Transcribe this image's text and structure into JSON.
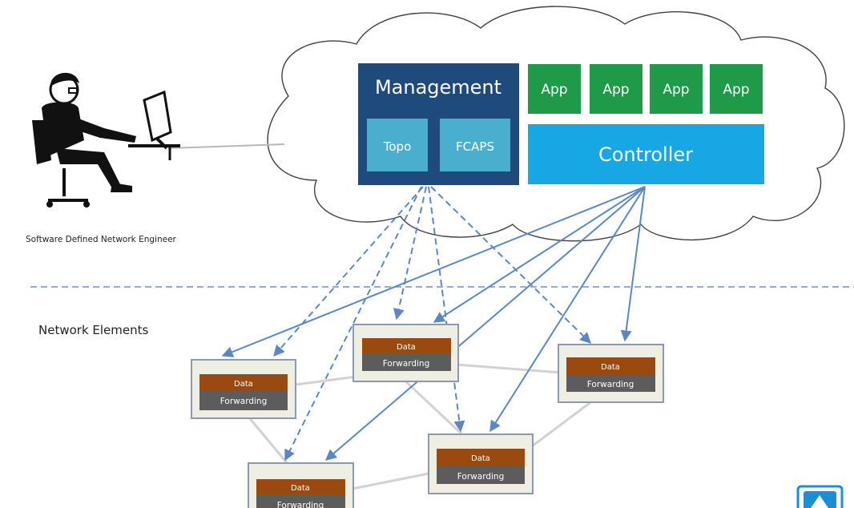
{
  "engineer_label": "Software Defined Network Engineer",
  "network_elements_label": "Network Elements",
  "management": {
    "title": "Management",
    "modules": [
      "Topo",
      "FCAPS"
    ]
  },
  "apps": [
    "App",
    "App",
    "App",
    "App"
  ],
  "controller": "Controller",
  "devices": [
    {
      "line1": "Data",
      "line2": "Forwarding"
    },
    {
      "line1": "Data",
      "line2": "Forwarding"
    },
    {
      "line1": "Data",
      "line2": "Forwarding"
    },
    {
      "line1": "Data",
      "line2": "Forwarding"
    },
    {
      "line1": "Data",
      "line2": "Forwarding"
    }
  ],
  "colors": {
    "management_bg": "#1f4a7c",
    "module_bg": "#4aaecf",
    "app_bg": "#1e9a49",
    "controller_bg": "#16a7e4",
    "device_top": "#9b4a0f",
    "device_bottom": "#5c5c5c",
    "arrow": "#5b87c6"
  }
}
